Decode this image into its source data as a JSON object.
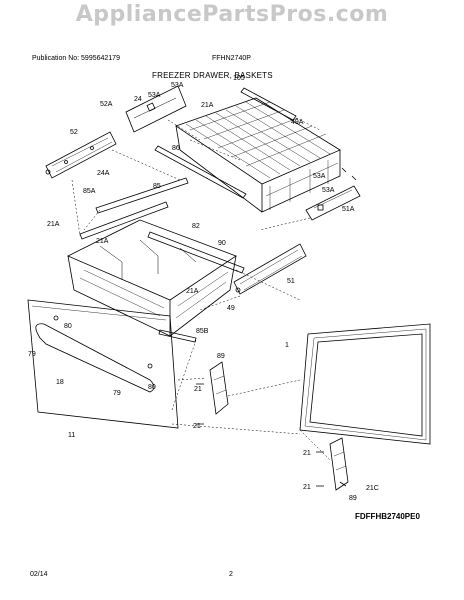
{
  "watermark": "AppliancePartsPros.com",
  "header": {
    "publication": "Publication No: 5995642179",
    "model": "FFHN2740P",
    "title": "FREEZER DRAWER, BASKETS"
  },
  "diagram_code": "FDFFHB2740PE0",
  "footer": {
    "date": "02/14",
    "page": "2"
  },
  "callouts": [
    {
      "id": "c105",
      "text": "105"
    },
    {
      "id": "c53a1",
      "text": "53A"
    },
    {
      "id": "c53a2",
      "text": "53A"
    },
    {
      "id": "c24a",
      "text": "24"
    },
    {
      "id": "c52a",
      "text": "52A"
    },
    {
      "id": "c21a1",
      "text": "21A"
    },
    {
      "id": "c49a",
      "text": "49A"
    },
    {
      "id": "c52",
      "text": "52"
    },
    {
      "id": "c86",
      "text": "86"
    },
    {
      "id": "c24a2",
      "text": "24A"
    },
    {
      "id": "c85a",
      "text": "85A"
    },
    {
      "id": "c85",
      "text": "85"
    },
    {
      "id": "c53a3",
      "text": "53A"
    },
    {
      "id": "c53a4",
      "text": "53A"
    },
    {
      "id": "c51a",
      "text": "51A"
    },
    {
      "id": "c21a2",
      "text": "21A"
    },
    {
      "id": "c21a3",
      "text": "21A"
    },
    {
      "id": "c82",
      "text": "82"
    },
    {
      "id": "c90",
      "text": "90"
    },
    {
      "id": "c51",
      "text": "51"
    },
    {
      "id": "c21a4",
      "text": "21A"
    },
    {
      "id": "c49",
      "text": "49"
    },
    {
      "id": "c85b",
      "text": "85B"
    },
    {
      "id": "c80a",
      "text": "80"
    },
    {
      "id": "c79a",
      "text": "79"
    },
    {
      "id": "c18",
      "text": "18"
    },
    {
      "id": "c79b",
      "text": "79"
    },
    {
      "id": "c80b",
      "text": "80"
    },
    {
      "id": "c11",
      "text": "11"
    },
    {
      "id": "c89a",
      "text": "89"
    },
    {
      "id": "c1",
      "text": "1"
    },
    {
      "id": "c21a",
      "text": "21"
    },
    {
      "id": "c21b",
      "text": "21"
    },
    {
      "id": "c21c",
      "text": "21"
    },
    {
      "id": "c21d",
      "text": "21"
    },
    {
      "id": "c21cc",
      "text": "21C"
    },
    {
      "id": "c89b",
      "text": "89"
    }
  ]
}
